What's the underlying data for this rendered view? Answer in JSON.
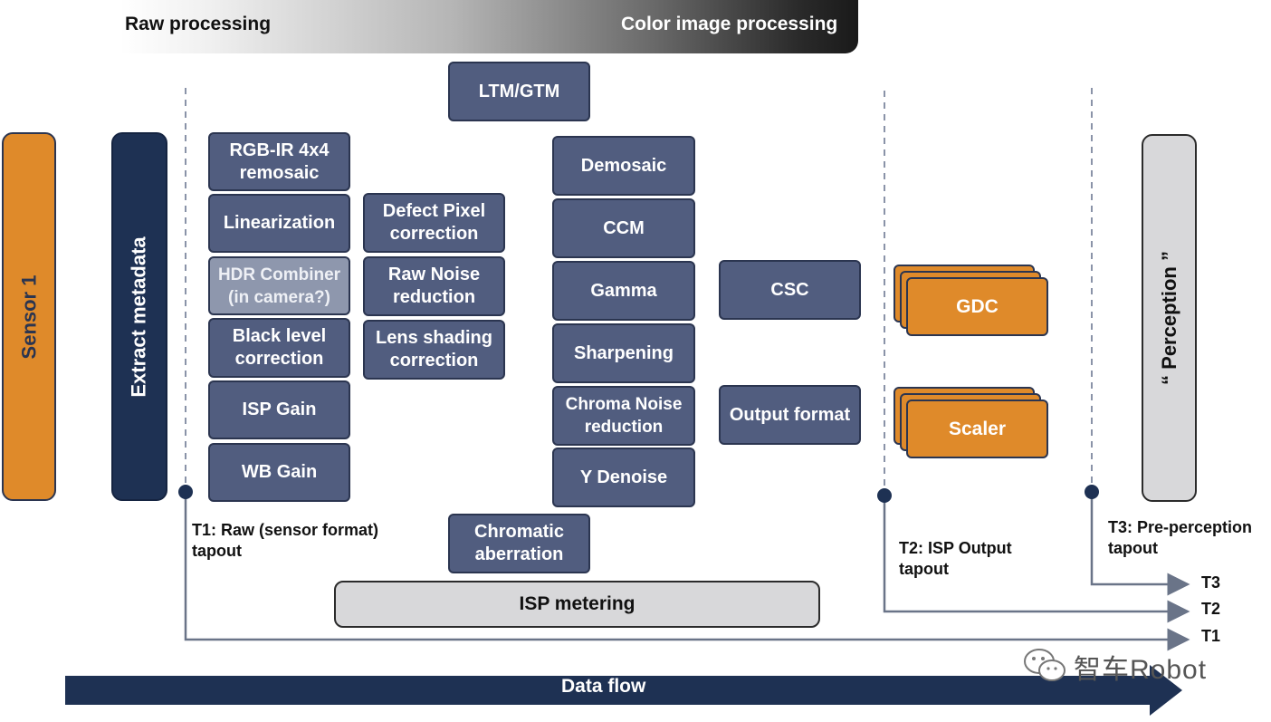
{
  "header": {
    "left_label": "Raw processing",
    "right_label": "Color image processing"
  },
  "side": {
    "sensor": "Sensor 1",
    "metadata": "Extract metadata",
    "perception": "“ Perception ”"
  },
  "raw_blocks": {
    "rgb_ir": "RGB-IR 4x4\nremosaic",
    "linearization": "Linearization",
    "hdr_combiner": "HDR Combiner\n(in camera?)",
    "black_level": "Black level\ncorrection",
    "isp_gain": "ISP Gain",
    "wb_gain": "WB Gain",
    "defect_pixel": "Defect Pixel\ncorrection",
    "raw_noise": "Raw Noise\nreduction",
    "lens_shading": "Lens shading\ncorrection"
  },
  "color_blocks": {
    "ltm_gtm": "LTM/GTM",
    "demosaic": "Demosaic",
    "ccm": "CCM",
    "gamma": "Gamma",
    "sharpening": "Sharpening",
    "chroma_noise": "Chroma Noise\nreduction",
    "y_denoise": "Y Denoise",
    "chromatic": "Chromatic\naberration",
    "csc": "CSC",
    "output_format": "Output format",
    "isp_metering": "ISP metering"
  },
  "post_blocks": {
    "gdc": "GDC",
    "scaler": "Scaler"
  },
  "tapouts": {
    "t1_label": "T1: Raw (sensor format)\ntapout",
    "t2_label": "T2: ISP Output\ntapout",
    "t3_label": "T3: Pre-perception\ntapout",
    "t1": "T1",
    "t2": "T2",
    "t3": "T3"
  },
  "data_flow": "Data flow",
  "watermark": "智车Robot",
  "colors": {
    "block": "#515d7f",
    "block_border": "#2b3550",
    "sensor_orange": "#df8a2a",
    "metadata_navy": "#1e3153",
    "perception_grey": "#d8d8da",
    "line": "#6a7488",
    "dashed": "#8a93a8",
    "arrow": "#1e3153"
  }
}
